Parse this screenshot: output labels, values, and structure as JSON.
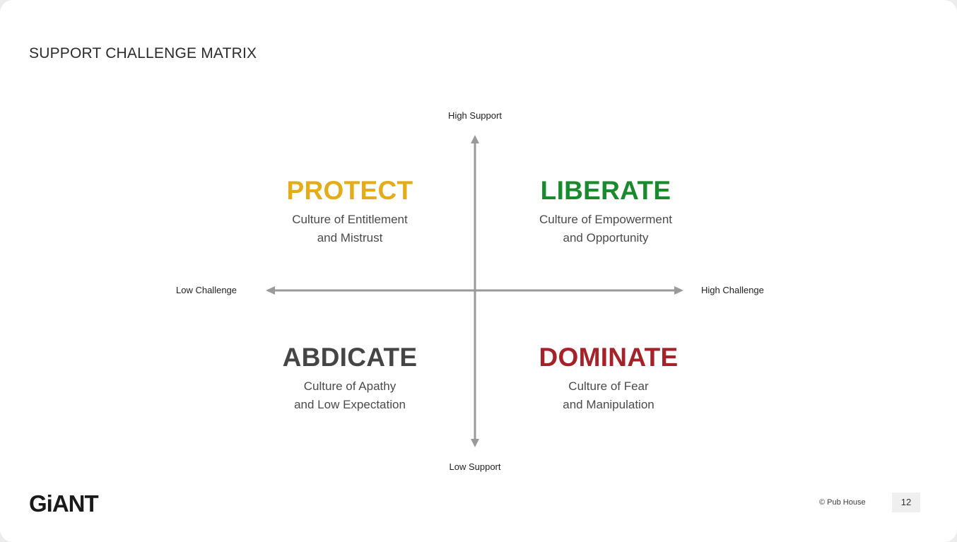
{
  "slide": {
    "title": "SUPPORT CHALLENGE MATRIX",
    "logo_text": "GiANT",
    "copyright": "© Pub House",
    "page_number": "12"
  },
  "axes": {
    "top": "High Support",
    "bottom": "Low Support",
    "left": "Low Challenge",
    "right": "High Challenge"
  },
  "quadrants": {
    "protect": {
      "title": "PROTECT",
      "line1": "Culture of Entitlement",
      "line2": "and Mistrust",
      "color": "#e3ac1a"
    },
    "liberate": {
      "title": "LIBERATE",
      "line1": "Culture of Empowerment",
      "line2": "and Opportunity",
      "color": "#1b8a2e"
    },
    "abdicate": {
      "title": "ABDICATE",
      "line1": "Culture of Apathy",
      "line2": "and Low Expectation",
      "color": "#454545"
    },
    "dominate": {
      "title": "DOMINATE",
      "line1": "Culture of Fear",
      "line2": "and Manipulation",
      "color": "#a3232b"
    }
  },
  "colors": {
    "axis": "#9a9a9a"
  }
}
